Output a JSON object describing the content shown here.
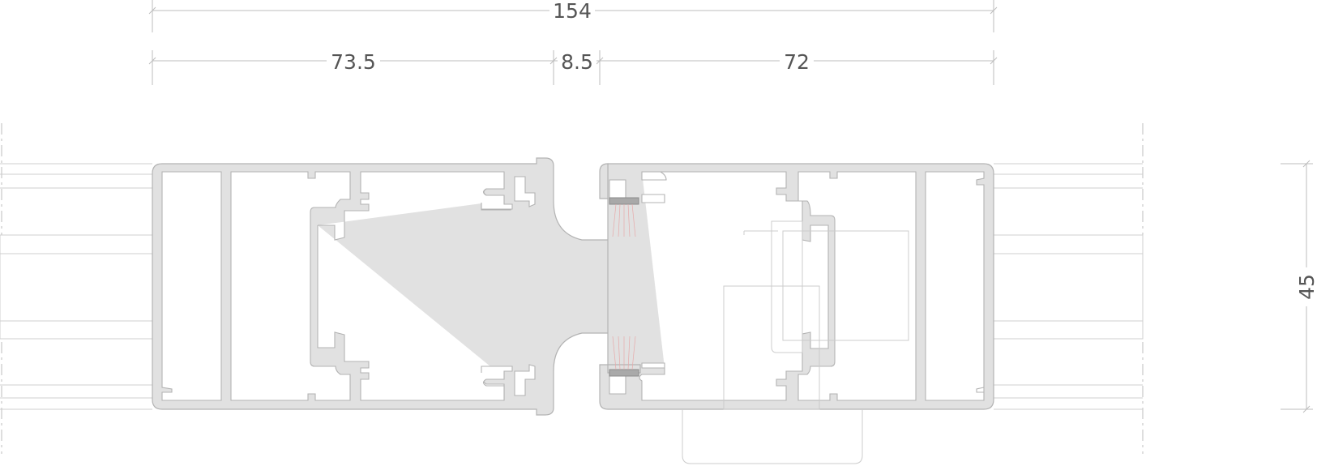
{
  "dimensions": {
    "overall": "154",
    "left_sash": "73.5",
    "gap": "8.5",
    "right_sash": "72",
    "depth": "45"
  },
  "colors": {
    "profile_fill": "#e1e1e1",
    "profile_stroke": "#b3b3b3",
    "dimension_text": "#555555",
    "gasket": "#a9a9a9",
    "brush_seal": "#e7a9a9"
  }
}
